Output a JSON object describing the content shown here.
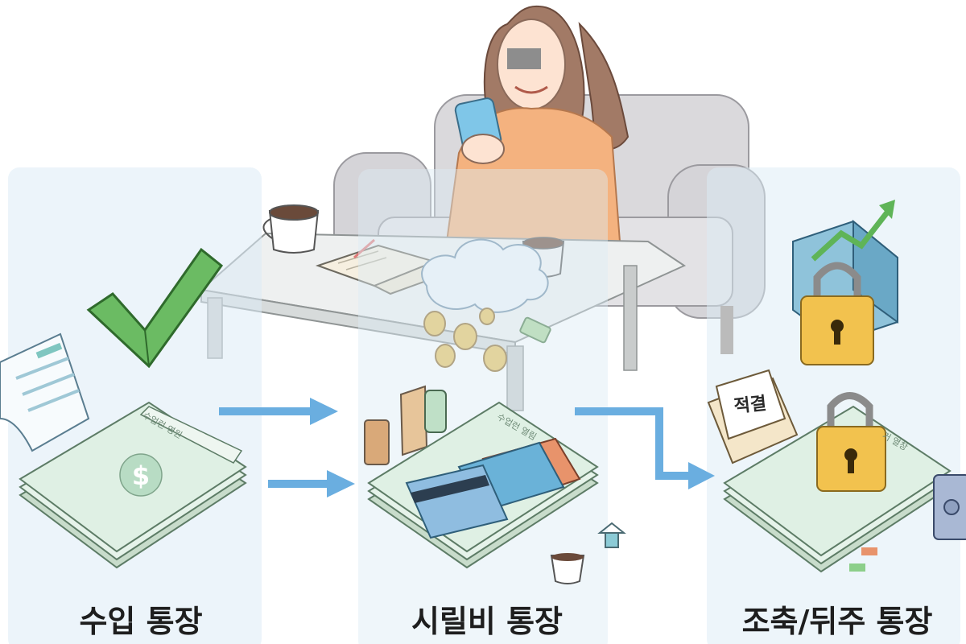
{
  "sections": [
    {
      "label": "수입 통장"
    },
    {
      "label": "시릴비 통장"
    },
    {
      "label": "조축/뒤주 통장"
    }
  ],
  "envelope_text": "적결",
  "ledger_tabs": [
    "수업런 영원",
    "수업런 열림",
    "거 열창"
  ],
  "colors": {
    "panel_blue": "#dcebf5",
    "arrow_blue": "#6aaee0",
    "check_green": "#6bbb63",
    "lock_gold": "#f2c24e",
    "sweater_orange": "#f4b27f",
    "couch_gray": "#dad9dc",
    "ledger_green": "#dff0e4"
  },
  "icons": [
    "check-icon",
    "receipt-icon",
    "dollar-icon",
    "coffee-icon",
    "notebook-icon",
    "cloud-icon",
    "coin-icon",
    "credit-card-icon",
    "lock-icon",
    "building-icon",
    "growth-arrow-icon",
    "envelope-icon",
    "safe-icon",
    "hanger-icon"
  ]
}
